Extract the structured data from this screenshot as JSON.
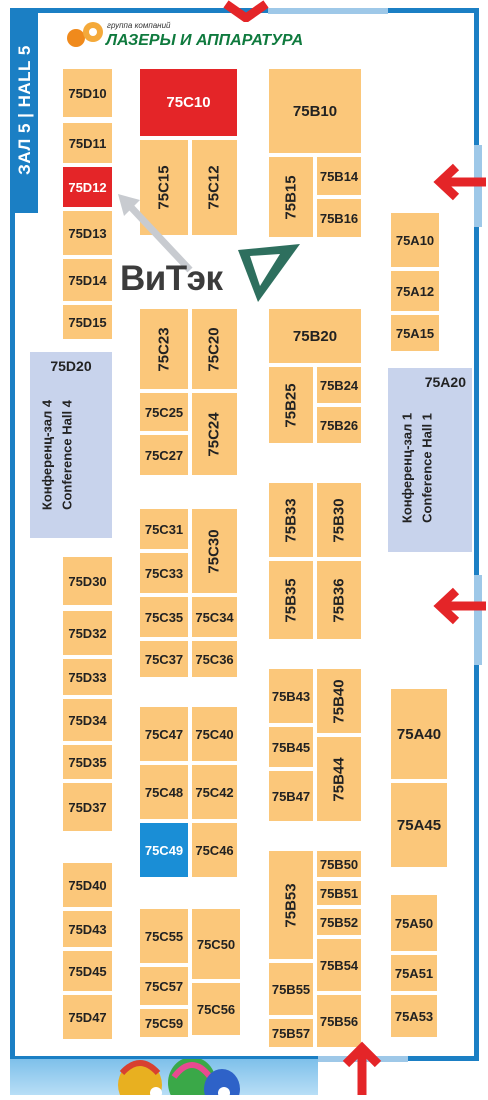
{
  "hall": {
    "label": "ЗАЛ 5 | HALL 5"
  },
  "logos": {
    "lazery": {
      "tagline": "группа компаний",
      "name": "ЛАЗЕРЫ И АППАРАТУРА"
    },
    "vitek": {
      "name": "ВиТэк"
    }
  },
  "colors": {
    "booth": "#fbc77a",
    "highlight_red": "#e42528",
    "highlight_blue": "#1a8ed6",
    "wall": "#1b7fc4",
    "conference": "#c8d3ec",
    "arrow": "#e42528"
  },
  "conference_rooms": {
    "left": {
      "code": "75D20",
      "ru": "Конференц-зал 4",
      "en": "Conference Hall 4"
    },
    "right": {
      "code": "75A20",
      "ru": "Конференц-зал 1",
      "en": "Conference Hall 1"
    }
  },
  "booths": {
    "d10": "75D10",
    "d11": "75D11",
    "d12": "75D12",
    "d13": "75D13",
    "d14": "75D14",
    "d15": "75D15",
    "d30": "75D30",
    "d32": "75D32",
    "d33": "75D33",
    "d34": "75D34",
    "d35": "75D35",
    "d37": "75D37",
    "d40": "75D40",
    "d43": "75D43",
    "d45": "75D45",
    "d47": "75D47",
    "c10": "75C10",
    "c15": "75C15",
    "c12": "75C12",
    "c23": "75C23",
    "c20": "75C20",
    "c25": "75C25",
    "c27": "75C27",
    "c24": "75C24",
    "c31": "75C31",
    "c33": "75C33",
    "c30": "75C30",
    "c35": "75C35",
    "c34": "75C34",
    "c37": "75C37",
    "c36": "75C36",
    "c47": "75C47",
    "c40": "75C40",
    "c48": "75C48",
    "c42": "75C42",
    "c49": "75C49",
    "c46": "75C46",
    "c55": "75C55",
    "c50": "75C50",
    "c57": "75C57",
    "c56": "75C56",
    "c59": "75C59",
    "b10": "75B10",
    "b15": "75B15",
    "b14": "75B14",
    "b16": "75B16",
    "b20": "75B20",
    "b25": "75B25",
    "b24": "75B24",
    "b26": "75B26",
    "b33": "75B33",
    "b30": "75B30",
    "b35": "75B35",
    "b36": "75B36",
    "b43": "75B43",
    "b40": "75B40",
    "b45": "75B45",
    "b44": "75B44",
    "b47": "75B47",
    "b53": "75B53",
    "b50": "75B50",
    "b51": "75B51",
    "b52": "75B52",
    "b54": "75B54",
    "b55": "75B55",
    "b57": "75B57",
    "b56": "75B56",
    "a10": "75A10",
    "a12": "75A12",
    "a15": "75A15",
    "a40": "75A40",
    "a45": "75A45",
    "a50": "75A50",
    "a51": "75A51",
    "a53": "75A53"
  },
  "highlighted": {
    "red": [
      "75C10",
      "75D12"
    ],
    "blue": [
      "75C49"
    ]
  }
}
